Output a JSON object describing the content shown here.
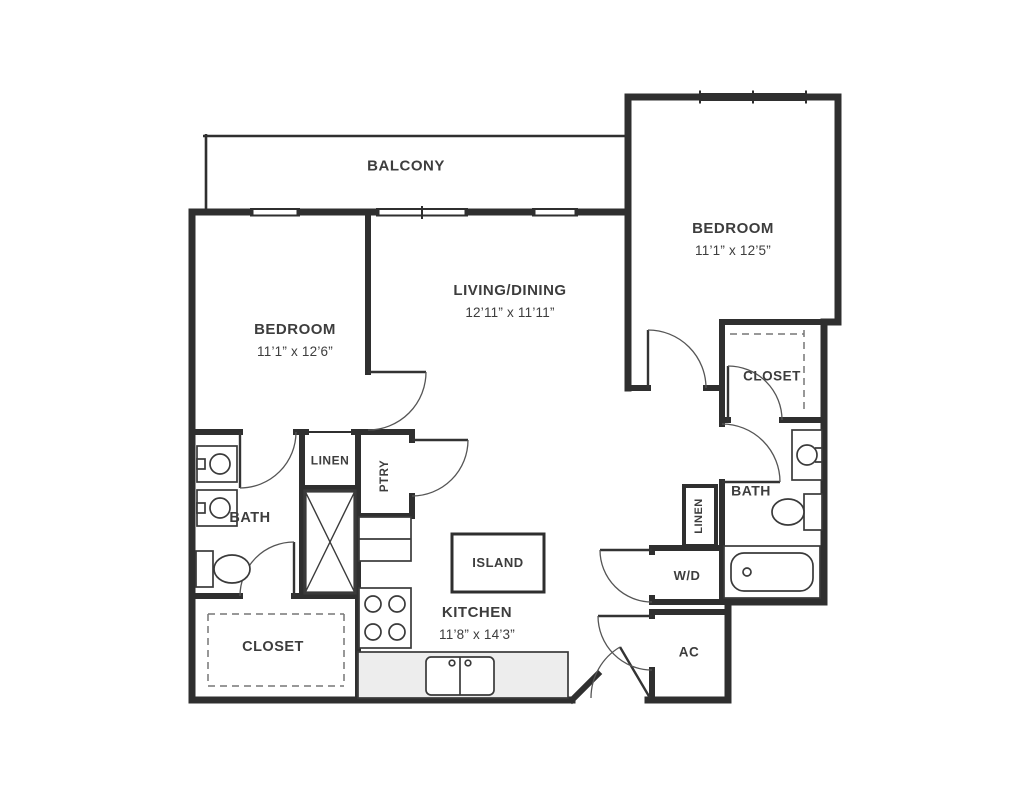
{
  "colors": {
    "background": "#ffffff",
    "wall": "#2f2f2f",
    "text": "#3d3d3d",
    "counter_fill": "#ededed"
  },
  "rooms": {
    "balcony": {
      "label": "BALCONY"
    },
    "bedroom_right": {
      "label": "BEDROOM",
      "dims": "11’1” x 12’5”"
    },
    "bedroom_left": {
      "label": "BEDROOM",
      "dims": "11’1” x 12’6”"
    },
    "living_dining": {
      "label": "LIVING/DINING",
      "dims": "12’11” x 11’11”"
    },
    "closet_right": {
      "label": "CLOSET"
    },
    "bath_right": {
      "label": "BATH"
    },
    "linen_right": {
      "label": "LINEN"
    },
    "washer_dryer": {
      "label": "W/D"
    },
    "ac": {
      "label": "AC"
    },
    "island": {
      "label": "ISLAND"
    },
    "kitchen": {
      "label": "KITCHEN",
      "dims": "11’8” x 14’3”"
    },
    "pantry": {
      "label": "PTRY"
    },
    "linen_left": {
      "label": "LINEN"
    },
    "bath_left": {
      "label": "BATH"
    },
    "closet_left": {
      "label": "CLOSET"
    }
  }
}
